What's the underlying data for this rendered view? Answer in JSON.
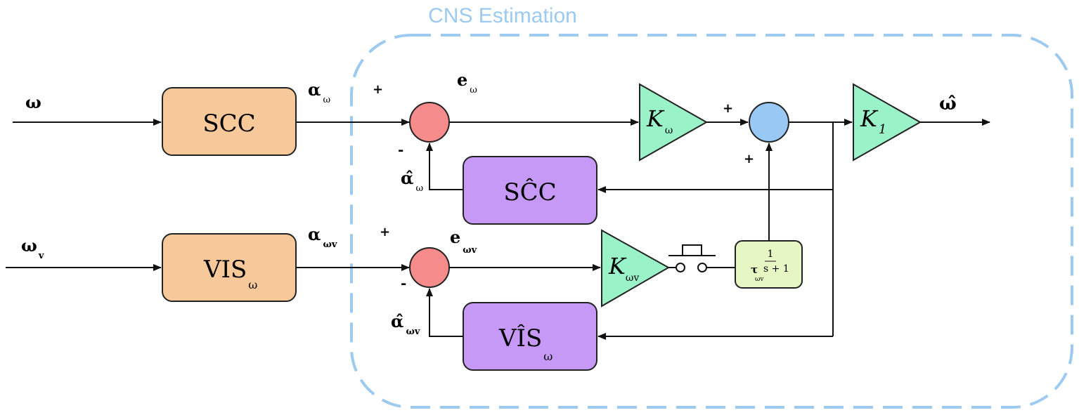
{
  "region": {
    "title": "CNS Estimation",
    "color": "#9ccaf0"
  },
  "inputs": {
    "omega": "ω",
    "omega_v_main": "ω",
    "omega_v_sub": "v"
  },
  "output": {
    "omega_hat": "ω̂"
  },
  "blocks": {
    "scc": {
      "label": "SCC",
      "color": "#f7c99a"
    },
    "vis": {
      "label": "VIS",
      "sub": "ω",
      "color": "#f7c99a"
    },
    "scc_hat": {
      "label": "SĈC",
      "color": "#c699f7"
    },
    "vis_hat": {
      "label": "VÎS",
      "sub": "ω",
      "color": "#c699f7"
    },
    "lowpass": {
      "numerator": "1",
      "tau": "τ",
      "tau_sub": "ωv",
      "denominator_rest": "s + 1",
      "color": "#e6f7c4"
    }
  },
  "gains": {
    "k_omega": {
      "main": "K",
      "sub": "ω"
    },
    "k_omega_v": {
      "main": "K",
      "sub": "ωv"
    },
    "k_1": {
      "main": "K",
      "sub": "1"
    },
    "color": "#99f2c8"
  },
  "sums": {
    "top_color": "#f58b8b",
    "bottom_color": "#f58b8b",
    "fusion_color": "#99c8f5"
  },
  "signals": {
    "alpha_omega": {
      "main": "α",
      "sub": "ω"
    },
    "alpha_omega_v": {
      "main": "α",
      "sub": "ωv"
    },
    "e_omega": {
      "main": "e",
      "sub": "ω"
    },
    "e_omega_v": {
      "main": "e",
      "sub": "ωv"
    },
    "alpha_hat_omega": {
      "main": "α̂",
      "sub": "ω"
    },
    "alpha_hat_omega_v": {
      "main": "α̂",
      "sub": "ωv"
    }
  },
  "signs": {
    "plus": "+",
    "minus": "-"
  }
}
